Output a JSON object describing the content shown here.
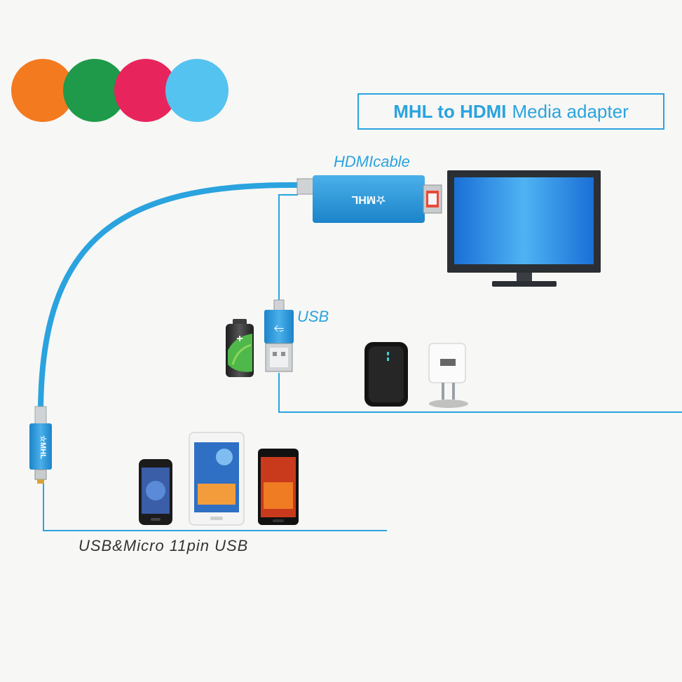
{
  "title": {
    "bold": "MHL to HDMI",
    "rest": "Media adapter"
  },
  "labels": {
    "hdmi": "HDMIcable",
    "usb": "USB",
    "bottom": "USB&Micro 11pin USB"
  },
  "logos": {
    "mhl_top": "☆MHL",
    "mhl_side": "☆MHL"
  },
  "colors": {
    "dots": [
      "#f47a20",
      "#1e9a4a",
      "#e8245c",
      "#55c3ef"
    ],
    "accent": "#2aa3df"
  }
}
